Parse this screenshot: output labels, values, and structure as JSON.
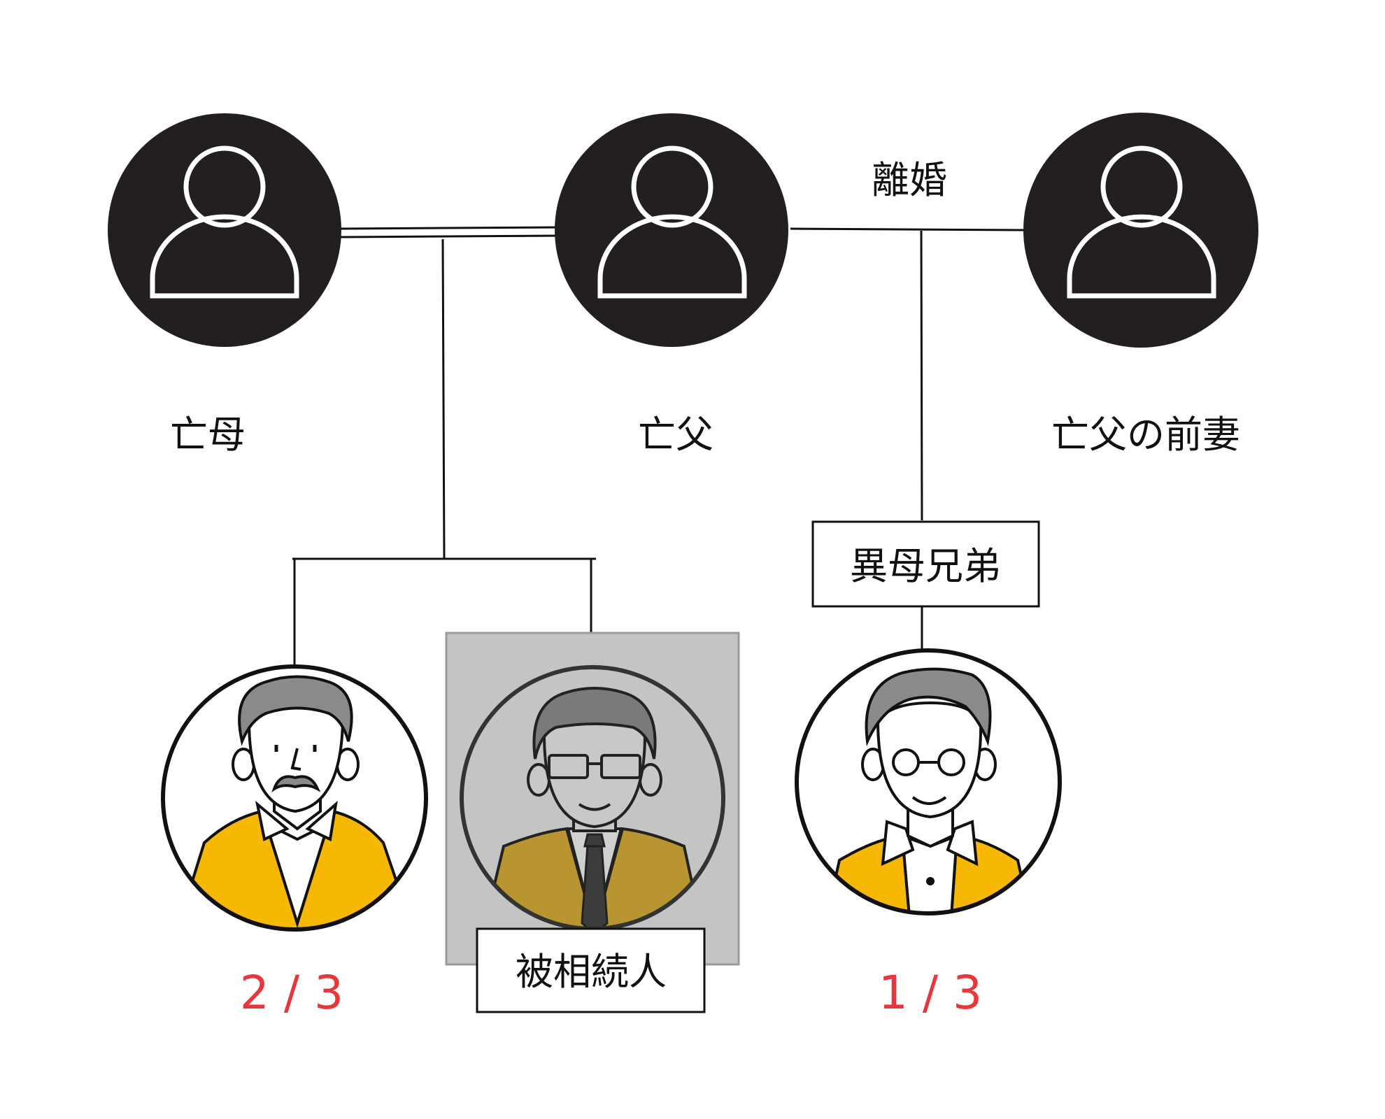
{
  "people": {
    "mother": {
      "label": "亡母",
      "icon": "person-silhouette-icon"
    },
    "father": {
      "label": "亡父",
      "icon": "person-silhouette-icon"
    },
    "ex_wife": {
      "label": "亡父の前妻",
      "icon": "person-silhouette-icon"
    },
    "full_sibling": {
      "share": "2 / 3",
      "icon": "elderly-man-mustache-icon"
    },
    "decedent": {
      "tag": "被相続人",
      "icon": "elderly-man-glasses-tie-icon"
    },
    "half_sibling": {
      "tag": "異母兄弟",
      "share": "1 / 3",
      "icon": "elderly-man-round-glasses-icon"
    }
  },
  "relations": {
    "divorce_label": "離婚"
  },
  "colors": {
    "node_fill": "#231f20",
    "share_text": "#e8363b",
    "sweater": "#f6b800",
    "decedent_shade": "#c4c4c4",
    "hair_gray": "#8a8a8a",
    "line": "#111111"
  }
}
